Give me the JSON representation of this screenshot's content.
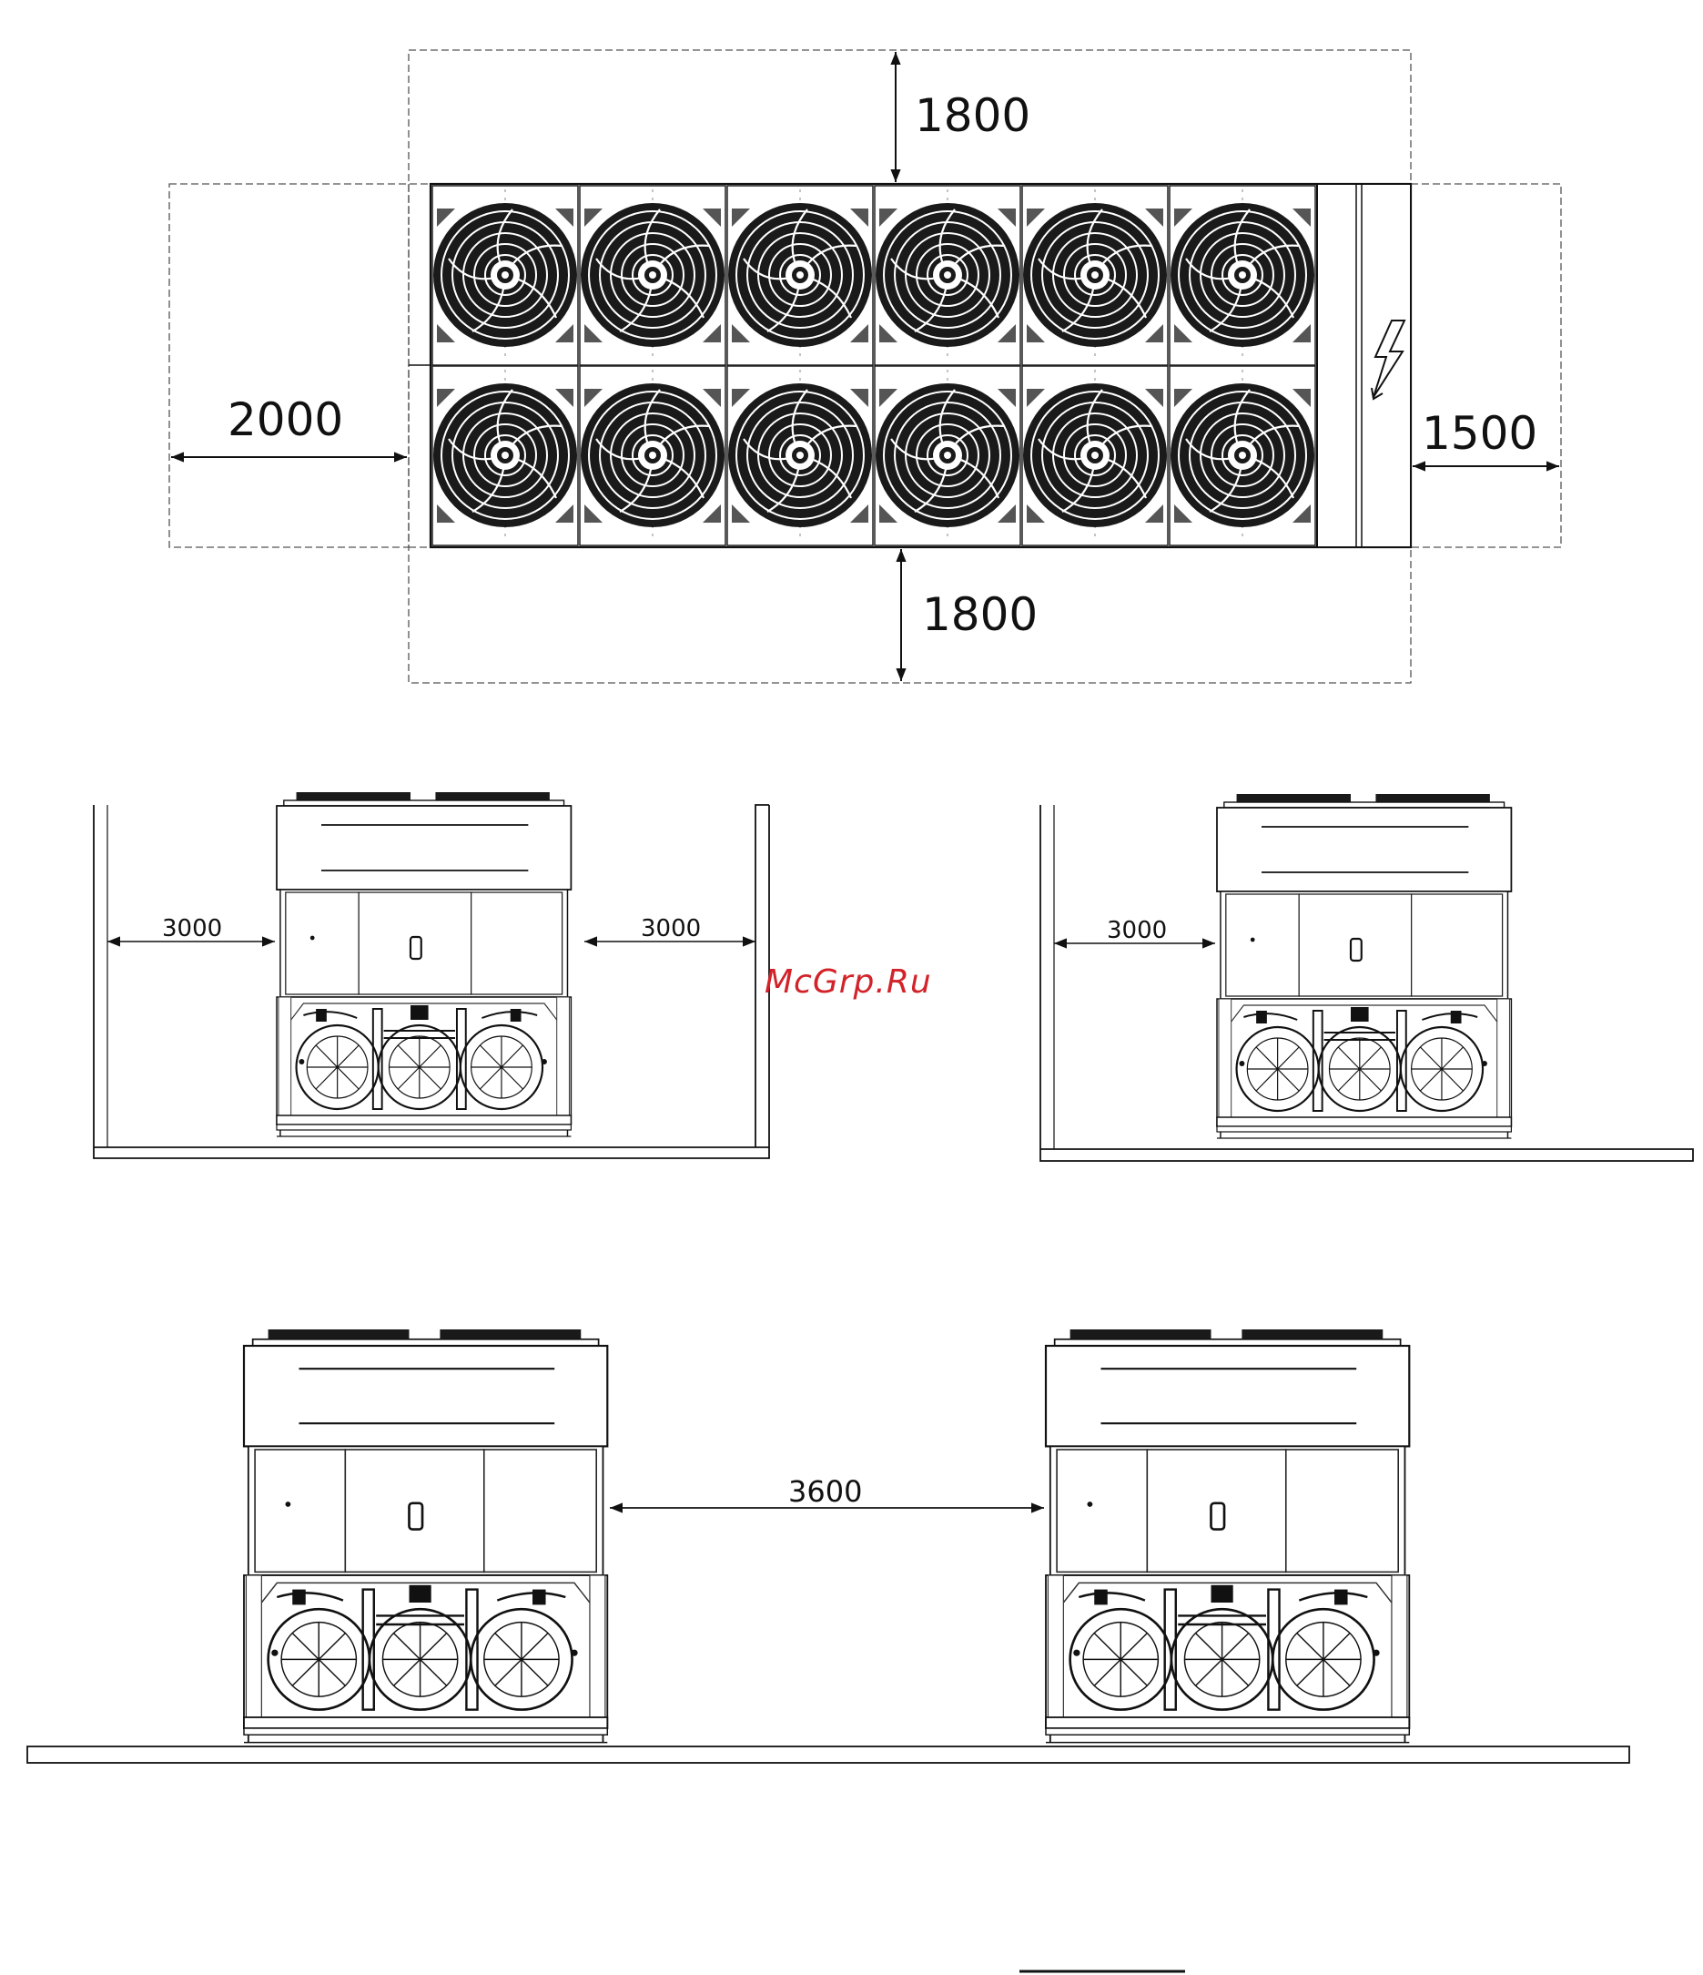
{
  "plan_view": {
    "dim_top": "1800",
    "dim_bottom": "1800",
    "dim_left": "2000",
    "dim_right": "1500",
    "fan_rows": 2,
    "fan_columns": 6,
    "icon": "electrical-hazard-icon"
  },
  "elevation_views": {
    "left_view_dim_left": "3000",
    "left_view_dim_right": "3000",
    "right_view_dim_left": "3000"
  },
  "pair_view": {
    "dim_between_units": "3600"
  },
  "watermark": "McGrp.Ru",
  "colors": {
    "line": "#111111",
    "fan_fill": "#1a1a1a",
    "watermark": "#d2232a"
  }
}
